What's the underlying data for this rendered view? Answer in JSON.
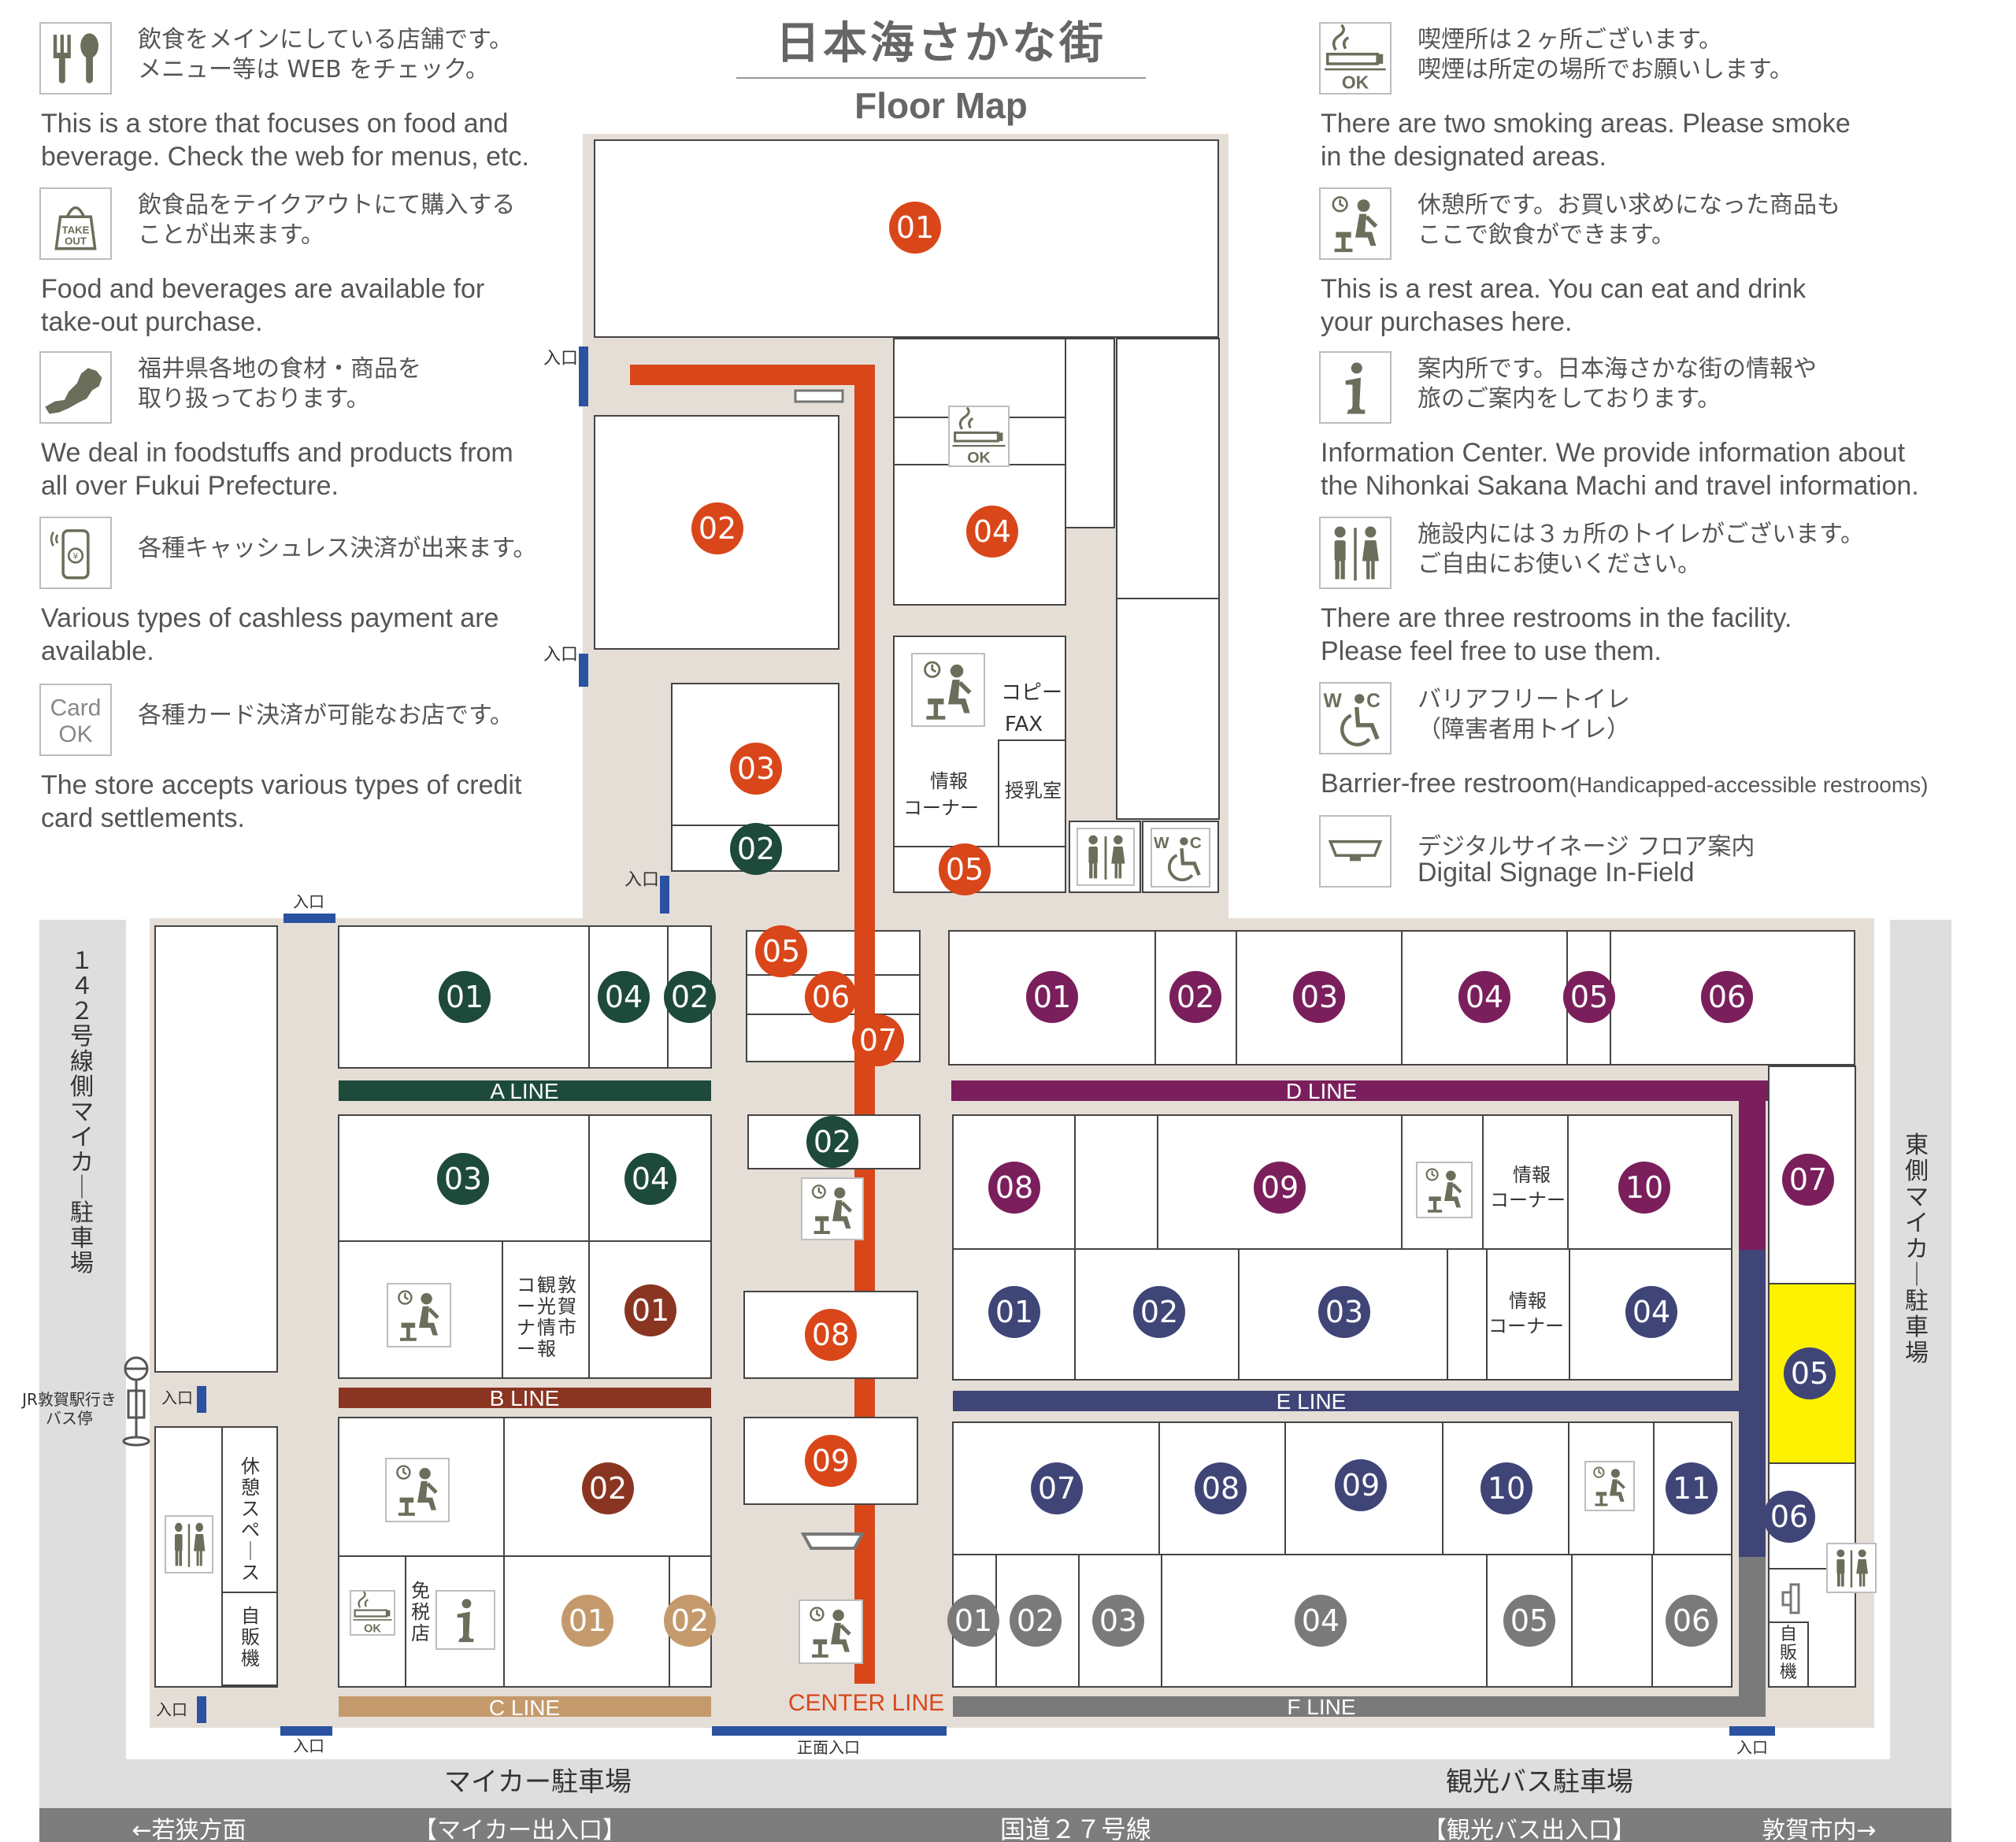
{
  "title": {
    "jp": "日本海さかな街",
    "en": "Floor Map"
  },
  "legend_left": [
    {
      "icon": "fork-spoon-icon",
      "jp": "飲食をメインにしている店舗です。\nメニュー等は WEB をチェック。",
      "en": "This is a store that focuses on food and\nbeverage. Check the web for menus, etc."
    },
    {
      "icon": "takeout-bag-icon",
      "icon_text": "TAKE\nOUT",
      "jp": "飲食品をテイクアウトにて購入する\nことが出来ます。",
      "en": "Food and beverages are available for\ntake-out purchase."
    },
    {
      "icon": "fukui-map-icon",
      "jp": "福井県各地の食材・商品を\n取り扱っております。",
      "en": "We deal in foodstuffs and products from\nall over Fukui Prefecture."
    },
    {
      "icon": "cashless-phone-icon",
      "jp": "各種キャッシュレス決済が出来ます。",
      "en": "Various types of cashless payment are\navailable."
    },
    {
      "icon": "card-ok-icon",
      "icon_text": "Card\nOK",
      "jp": "各種カード決済が可能なお店です。",
      "en": "The store accepts various types of credit\ncard settlements."
    }
  ],
  "legend_right": [
    {
      "icon": "smoking-ok-icon",
      "icon_text": "OK",
      "jp": "喫煙所は２ヶ所ございます。\n喫煙は所定の場所でお願いします。",
      "en": "There are two smoking areas. Please smoke\nin the designated areas."
    },
    {
      "icon": "rest-area-icon",
      "jp": "休憩所です。お買い求めになった商品も\nここで飲食ができます。",
      "en": "This is a rest area. You can eat and drink\nyour purchases here."
    },
    {
      "icon": "info-icon",
      "icon_text": "i",
      "jp": "案内所です。日本海さかな街の情報や\n旅のご案内をしております。",
      "en": "Information Center. We provide information about\nthe Nihonkai Sakana Machi and travel information."
    },
    {
      "icon": "restroom-icon",
      "jp": "施設内には３ヵ所のトイレがございます。\nご自由にお使いください。",
      "en": "There are three restrooms in the facility.\nPlease feel free to use them."
    },
    {
      "icon": "wheelchair-wc-icon",
      "icon_text": "WC",
      "jp": "バリアフリートイレ\n（障害者用トイレ）",
      "en": "Barrier-free restroom",
      "en_small": "(Handicapped-accessible restrooms)"
    },
    {
      "icon": "digital-signage-icon",
      "jp": "デジタルサイネージ フロア案内",
      "en": "Digital Signage In-Field"
    }
  ],
  "colors": {
    "center": "#d9461a",
    "a": "#1d4a3a",
    "b": "#8a3522",
    "c": "#c49a6c",
    "d": "#7a1f5c",
    "e": "#3f4577",
    "f": "#7a7a7a",
    "plaza": "#e5ded7",
    "yellow": "#fff200",
    "entrance": "#2a52a0",
    "road": "#7d7d7d",
    "ground": "#dedede"
  },
  "map": {
    "line_labels": {
      "a": "A LINE",
      "b": "B LINE",
      "c": "C LINE",
      "d": "D LINE",
      "e": "E LINE",
      "f": "F LINE",
      "center": "CENTER LINE"
    },
    "texts": {
      "entrance": "入口",
      "main_entrance": "正面入口",
      "copy": "コピー",
      "fax": "FAX",
      "info": "情報",
      "corner": "コーナー",
      "nursing": "授乳室",
      "tourism_v": "敦賀市\n観光情報\nコーナー",
      "taxfree_v": "免\n税\n店",
      "rest_space_v": "休\n憩\nス\nペ\n｜\nス",
      "vending_v": "自\n販\n機",
      "bus_stop": "JR敦賀駅行き\nバス停",
      "parking_left_v": "１\n４\n２\n号\n線\n側\nマ\nイ\nカ\n｜\n駐\n車\n場",
      "parking_right_v": "東\n側\nマ\nイ\nカ\n｜\n駐\n車\n場",
      "car_parking": "マイカー駐車場",
      "bus_parking": "観光バス駐車場"
    },
    "road": {
      "west": "←若狭方面",
      "car_gate": "【マイカー出入口】",
      "route": "国道２７号線",
      "bus_gate": "【観光バス出入口】",
      "east": "敦賀市内→"
    },
    "shops": {
      "center": [
        "01",
        "02",
        "03",
        "04",
        "05",
        "05",
        "06",
        "07",
        "08",
        "09"
      ],
      "a": [
        "01",
        "04",
        "02",
        "03",
        "04",
        "02"
      ],
      "b": [
        "01",
        "02"
      ],
      "c": [
        "01",
        "02"
      ],
      "d": [
        "01",
        "02",
        "03",
        "04",
        "05",
        "06",
        "07",
        "08",
        "09",
        "10"
      ],
      "e": [
        "01",
        "02",
        "03",
        "04",
        "05",
        "06",
        "07",
        "08",
        "09",
        "10",
        "11"
      ],
      "f": [
        "01",
        "02",
        "03",
        "04",
        "05",
        "06"
      ]
    }
  }
}
